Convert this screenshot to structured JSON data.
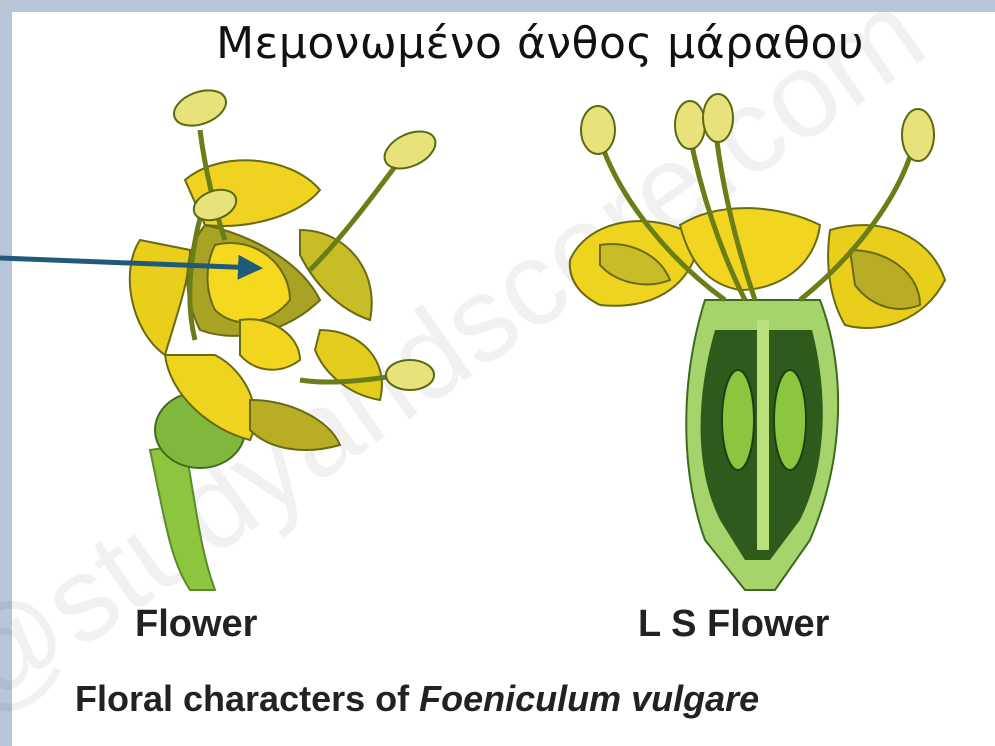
{
  "title": "Μεμονωμένο άνθος μάραθου",
  "captions": {
    "left": "Flower",
    "right": "L S Flower"
  },
  "footer": {
    "prefix": "Floral characters of ",
    "species": "Foeniculum vulgare"
  },
  "watermark": "@studyandscore.com",
  "colors": {
    "arrow": "#1f5a7a",
    "petal": "#f2d51a",
    "petal_shade": "#a9a325",
    "stalk": "#8cc63f",
    "dark_green": "#2e5a1c"
  }
}
